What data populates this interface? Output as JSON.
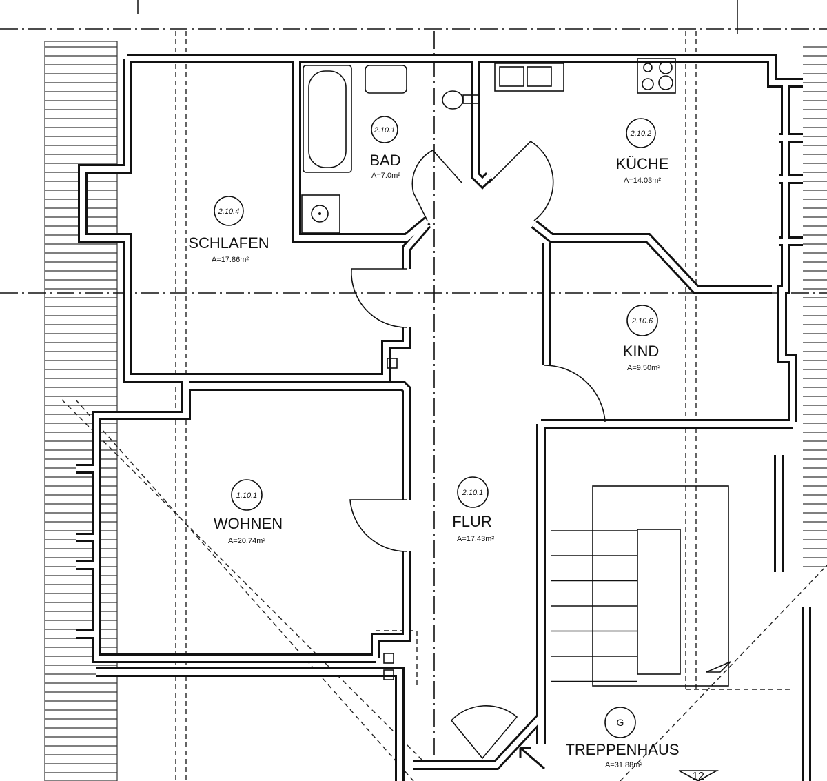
{
  "plan": {
    "rooms": [
      {
        "id": "schlafen",
        "tag": "2.10.4",
        "name": "SCHLAFEN",
        "area": "A=17.86m²"
      },
      {
        "id": "bad",
        "tag": "2.10.1",
        "name": "BAD",
        "area": "A=7.0m²"
      },
      {
        "id": "kueche",
        "tag": "2.10.2",
        "name": "KÜCHE",
        "area": "A=14.03m²"
      },
      {
        "id": "kind",
        "tag": "2.10.6",
        "name": "KIND",
        "area": "A=9.50m²"
      },
      {
        "id": "wohnen",
        "tag": "1.10.1",
        "name": "WOHNEN",
        "area": "A=20.74m²"
      },
      {
        "id": "flur",
        "tag": "2.10.1",
        "name": "FLUR",
        "area": "A=17.43m²"
      },
      {
        "id": "treppenhaus",
        "tag": "G",
        "name": "TREPPENHAUS",
        "area": "A=31.88m²"
      }
    ],
    "stair_marker": "12"
  }
}
